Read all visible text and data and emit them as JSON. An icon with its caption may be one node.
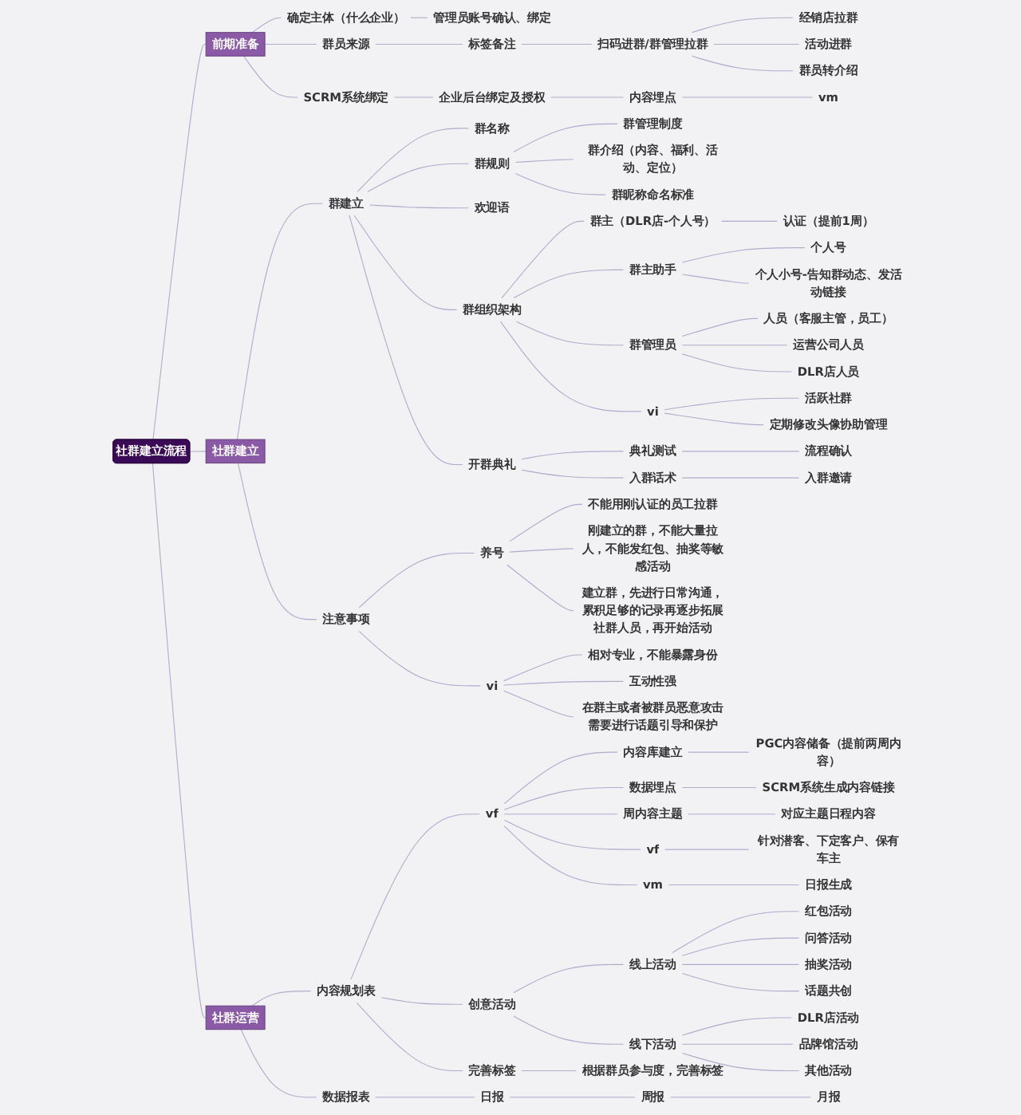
{
  "diagram": {
    "nodes": [
      {
        "text": [
          "社群建立流程"
        ]
      },
      {
        "text": [
          "前期准备"
        ]
      },
      {
        "text": [
          "确定主体（什么企业）"
        ]
      },
      {
        "text": [
          "管理员账号确认、绑定"
        ]
      },
      {
        "text": [
          "群员来源"
        ]
      },
      {
        "text": [
          "标签备注"
        ]
      },
      {
        "text": [
          "扫码进群/群管理拉群"
        ]
      },
      {
        "text": [
          "经销店拉群"
        ]
      },
      {
        "text": [
          "活动进群"
        ]
      },
      {
        "text": [
          "群员转介绍"
        ]
      },
      {
        "text": [
          "SCRM系统绑定"
        ]
      },
      {
        "text": [
          "企业后台绑定及授权"
        ]
      },
      {
        "text": [
          "内容埋点"
        ]
      },
      {
        "text": [
          "vm"
        ]
      },
      {
        "text": [
          "社群建立"
        ]
      },
      {
        "text": [
          "群建立"
        ]
      },
      {
        "text": [
          "群名称"
        ]
      },
      {
        "text": [
          "群规则"
        ]
      },
      {
        "text": [
          "群管理制度"
        ]
      },
      {
        "text": [
          "群介绍（内容、福利、活动、定位）"
        ]
      },
      {
        "text": [
          "群昵称命名标准"
        ]
      },
      {
        "text": [
          "欢迎语"
        ]
      },
      {
        "text": [
          "群组织架构"
        ]
      },
      {
        "text": [
          "群主（DLR店-个人号）"
        ]
      },
      {
        "text": [
          "认证（提前1周）"
        ]
      },
      {
        "text": [
          "群主助手"
        ]
      },
      {
        "text": [
          "个人号"
        ]
      },
      {
        "text": [
          "个人小号-告知群动态、发活动链接"
        ]
      },
      {
        "text": [
          "群管理员"
        ]
      },
      {
        "text": [
          "人员（客服主管，员工）"
        ]
      },
      {
        "text": [
          "运营公司人员"
        ]
      },
      {
        "text": [
          "DLR店人员"
        ]
      },
      {
        "text": [
          "vi"
        ]
      },
      {
        "text": [
          "活跃社群"
        ]
      },
      {
        "text": [
          "定期修改头像协助管理"
        ]
      },
      {
        "text": [
          "开群典礼"
        ]
      },
      {
        "text": [
          "典礼测试"
        ]
      },
      {
        "text": [
          "流程确认"
        ]
      },
      {
        "text": [
          "入群话术"
        ]
      },
      {
        "text": [
          "入群邀请"
        ]
      },
      {
        "text": [
          "注意事项"
        ]
      },
      {
        "text": [
          "养号"
        ]
      },
      {
        "text": [
          "不能用刚认证的员工拉群"
        ]
      },
      {
        "text": [
          "刚建立的群，不能大量拉人，不能发红包、抽奖等敏感活动"
        ]
      },
      {
        "text": [
          "建立群，先进行日常沟通，累积足够的记录再逐步拓展社群人员，再开始活动"
        ]
      },
      {
        "text": [
          "vi"
        ]
      },
      {
        "text": [
          "相对专业，不能暴露身份"
        ]
      },
      {
        "text": [
          "互动性强"
        ]
      },
      {
        "text": [
          "在群主或者被群员恶意攻击需要进行话题引导和保护"
        ]
      },
      {
        "text": [
          "社群运营"
        ]
      },
      {
        "text": [
          "内容规划表"
        ]
      },
      {
        "text": [
          "vf"
        ]
      },
      {
        "text": [
          "内容库建立"
        ]
      },
      {
        "text": [
          "PGC内容储备（提前两周内容）"
        ]
      },
      {
        "text": [
          "数据埋点"
        ]
      },
      {
        "text": [
          "SCRM系统生成内容链接"
        ]
      },
      {
        "text": [
          "周内容主题"
        ]
      },
      {
        "text": [
          "对应主题日程内容"
        ]
      },
      {
        "text": [
          "vf"
        ]
      },
      {
        "text": [
          "针对潜客、下定客户、保有车主"
        ]
      },
      {
        "text": [
          "vm"
        ]
      },
      {
        "text": [
          "日报生成"
        ]
      },
      {
        "text": [
          "创意活动"
        ]
      },
      {
        "text": [
          "线上活动"
        ]
      },
      {
        "text": [
          "红包活动"
        ]
      },
      {
        "text": [
          "问答活动"
        ]
      },
      {
        "text": [
          "抽奖活动"
        ]
      },
      {
        "text": [
          "话题共创"
        ]
      },
      {
        "text": [
          "线下活动"
        ]
      },
      {
        "text": [
          "DLR店活动"
        ]
      },
      {
        "text": [
          "品牌馆活动"
        ]
      },
      {
        "text": [
          "其他活动"
        ]
      },
      {
        "text": [
          "完善标签"
        ]
      },
      {
        "text": [
          "根据群员参与度，完善标签"
        ]
      },
      {
        "text": [
          "数据报表"
        ]
      },
      {
        "text": [
          "日报"
        ]
      },
      {
        "text": [
          "周报"
        ]
      },
      {
        "text": [
          "月报"
        ]
      }
    ],
    "edges": [
      {
        "from": 0,
        "to": 1,
        "arrow": "none"
      },
      {
        "from": 1,
        "to": 2,
        "arrow": "none"
      },
      {
        "from": 2,
        "to": 3,
        "arrow": "none"
      },
      {
        "from": 1,
        "to": 4,
        "arrow": "none"
      },
      {
        "from": 4,
        "to": 5,
        "arrow": "none"
      },
      {
        "from": 5,
        "to": 6,
        "arrow": "none"
      },
      {
        "from": 6,
        "to": 7,
        "arrow": "none"
      },
      {
        "from": 6,
        "to": 8,
        "arrow": "none"
      },
      {
        "from": 6,
        "to": 9,
        "arrow": "none"
      },
      {
        "from": 1,
        "to": 10,
        "arrow": "none"
      },
      {
        "from": 10,
        "to": 11,
        "arrow": "none"
      },
      {
        "from": 11,
        "to": 12,
        "arrow": "none"
      },
      {
        "from": 12,
        "to": 13,
        "arrow": "none"
      },
      {
        "from": 0,
        "to": 14,
        "arrow": "none"
      },
      {
        "from": 14,
        "to": 15,
        "arrow": "none"
      },
      {
        "from": 15,
        "to": 16,
        "arrow": "none"
      },
      {
        "from": 15,
        "to": 17,
        "arrow": "none"
      },
      {
        "from": 17,
        "to": 18,
        "arrow": "none"
      },
      {
        "from": 17,
        "to": 19,
        "arrow": "none"
      },
      {
        "from": 17,
        "to": 20,
        "arrow": "none"
      },
      {
        "from": 15,
        "to": 21,
        "arrow": "none"
      },
      {
        "from": 15,
        "to": 22,
        "arrow": "none"
      },
      {
        "from": 22,
        "to": 23,
        "arrow": "none"
      },
      {
        "from": 23,
        "to": 24,
        "arrow": "none"
      },
      {
        "from": 22,
        "to": 25,
        "arrow": "none"
      },
      {
        "from": 25,
        "to": 26,
        "arrow": "none"
      },
      {
        "from": 25,
        "to": 27,
        "arrow": "none"
      },
      {
        "from": 22,
        "to": 28,
        "arrow": "none"
      },
      {
        "from": 28,
        "to": 29,
        "arrow": "none"
      },
      {
        "from": 28,
        "to": 30,
        "arrow": "none"
      },
      {
        "from": 28,
        "to": 31,
        "arrow": "none"
      },
      {
        "from": 22,
        "to": 32,
        "arrow": "none"
      },
      {
        "from": 32,
        "to": 33,
        "arrow": "none"
      },
      {
        "from": 32,
        "to": 34,
        "arrow": "none"
      },
      {
        "from": 15,
        "to": 35,
        "arrow": "none"
      },
      {
        "from": 35,
        "to": 36,
        "arrow": "none"
      },
      {
        "from": 36,
        "to": 37,
        "arrow": "none"
      },
      {
        "from": 35,
        "to": 38,
        "arrow": "none"
      },
      {
        "from": 38,
        "to": 39,
        "arrow": "none"
      },
      {
        "from": 14,
        "to": 40,
        "arrow": "none"
      },
      {
        "from": 40,
        "to": 41,
        "arrow": "none"
      },
      {
        "from": 41,
        "to": 42,
        "arrow": "none"
      },
      {
        "from": 41,
        "to": 43,
        "arrow": "none"
      },
      {
        "from": 41,
        "to": 44,
        "arrow": "none"
      },
      {
        "from": 40,
        "to": 45,
        "arrow": "none"
      },
      {
        "from": 45,
        "to": 46,
        "arrow": "none"
      },
      {
        "from": 45,
        "to": 47,
        "arrow": "none"
      },
      {
        "from": 45,
        "to": 48,
        "arrow": "none"
      },
      {
        "from": 0,
        "to": 49,
        "arrow": "none"
      },
      {
        "from": 49,
        "to": 50,
        "arrow": "none"
      },
      {
        "from": 50,
        "to": 51,
        "arrow": "none"
      },
      {
        "from": 51,
        "to": 52,
        "arrow": "none"
      },
      {
        "from": 52,
        "to": 53,
        "arrow": "none"
      },
      {
        "from": 51,
        "to": 54,
        "arrow": "none"
      },
      {
        "from": 54,
        "to": 55,
        "arrow": "none"
      },
      {
        "from": 51,
        "to": 56,
        "arrow": "none"
      },
      {
        "from": 56,
        "to": 57,
        "arrow": "none"
      },
      {
        "from": 51,
        "to": 58,
        "arrow": "none"
      },
      {
        "from": 58,
        "to": 59,
        "arrow": "none"
      },
      {
        "from": 51,
        "to": 60,
        "arrow": "none"
      },
      {
        "from": 60,
        "to": 61,
        "arrow": "none"
      },
      {
        "from": 50,
        "to": 62,
        "arrow": "none"
      },
      {
        "from": 62,
        "to": 63,
        "arrow": "none"
      },
      {
        "from": 63,
        "to": 64,
        "arrow": "none"
      },
      {
        "from": 63,
        "to": 65,
        "arrow": "none"
      },
      {
        "from": 63,
        "to": 66,
        "arrow": "none"
      },
      {
        "from": 63,
        "to": 67,
        "arrow": "none"
      },
      {
        "from": 62,
        "to": 68,
        "arrow": "none"
      },
      {
        "from": 68,
        "to": 69,
        "arrow": "none"
      },
      {
        "from": 68,
        "to": 70,
        "arrow": "none"
      },
      {
        "from": 68,
        "to": 71,
        "arrow": "none"
      },
      {
        "from": 50,
        "to": 72,
        "arrow": "none"
      },
      {
        "from": 72,
        "to": 73,
        "arrow": "none"
      },
      {
        "from": 49,
        "to": 74,
        "arrow": "none"
      },
      {
        "from": 74,
        "to": 75,
        "arrow": "none"
      },
      {
        "from": 75,
        "to": 76,
        "arrow": "none"
      },
      {
        "from": 76,
        "to": 77,
        "arrow": "none"
      }
    ]
  }
}
